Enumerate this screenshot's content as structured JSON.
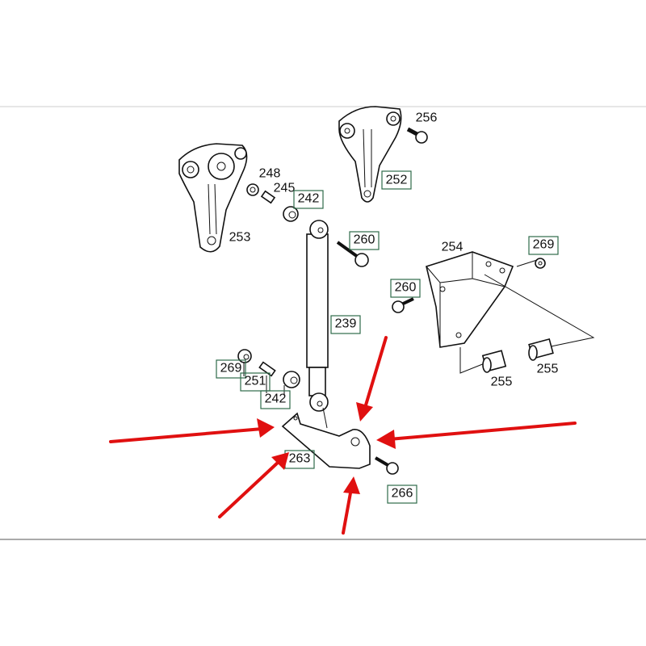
{
  "diagram": {
    "parts": [
      {
        "id": "p256",
        "number": "256",
        "boxed": false
      },
      {
        "id": "p252",
        "number": "252",
        "boxed": true
      },
      {
        "id": "p248",
        "number": "248",
        "boxed": false
      },
      {
        "id": "p245",
        "number": "245",
        "boxed": false
      },
      {
        "id": "p242a",
        "number": "242",
        "boxed": true
      },
      {
        "id": "p253",
        "number": "253",
        "boxed": false
      },
      {
        "id": "p260a",
        "number": "260",
        "boxed": true
      },
      {
        "id": "p254",
        "number": "254",
        "boxed": false
      },
      {
        "id": "p269a",
        "number": "269",
        "boxed": true
      },
      {
        "id": "p260b",
        "number": "260",
        "boxed": true
      },
      {
        "id": "p239",
        "number": "239",
        "boxed": true
      },
      {
        "id": "p269b",
        "number": "269",
        "boxed": true
      },
      {
        "id": "p251",
        "number": "251",
        "boxed": true
      },
      {
        "id": "p242b",
        "number": "242",
        "boxed": true
      },
      {
        "id": "p255a",
        "number": "255",
        "boxed": false
      },
      {
        "id": "p255b",
        "number": "255",
        "boxed": false
      },
      {
        "id": "p263",
        "number": "263",
        "boxed": true
      },
      {
        "id": "p266",
        "number": "266",
        "boxed": true
      }
    ],
    "highlight_color": "#e01010",
    "box_color": "#2e6b4a"
  }
}
